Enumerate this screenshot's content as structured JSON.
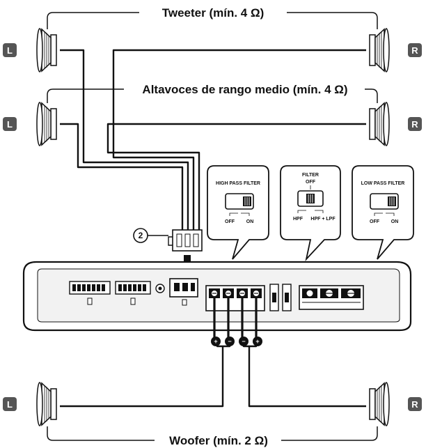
{
  "labels": {
    "tweeter": "Tweeter (mín. 4 Ω)",
    "midrange": "Altavoces de rango medio (mín. 4 Ω)",
    "woofer": "Woofer (mín. 2 Ω)",
    "left": "L",
    "right": "R",
    "step_number": "2"
  },
  "switches": {
    "high_pass": {
      "title": "HIGH PASS FILTER",
      "options": [
        "OFF",
        "ON"
      ]
    },
    "filter_mode": {
      "title": "FILTER",
      "options": [
        "OFF",
        "HPF",
        "HPF + LPF"
      ]
    },
    "low_pass": {
      "title": "LOW PASS FILTER",
      "options": [
        "OFF",
        "ON"
      ]
    }
  },
  "terminal_signs": {
    "plus": "+",
    "minus": "−"
  },
  "colors": {
    "line": "#111111",
    "badge": "#555555",
    "panel": "#f2f2f2"
  }
}
